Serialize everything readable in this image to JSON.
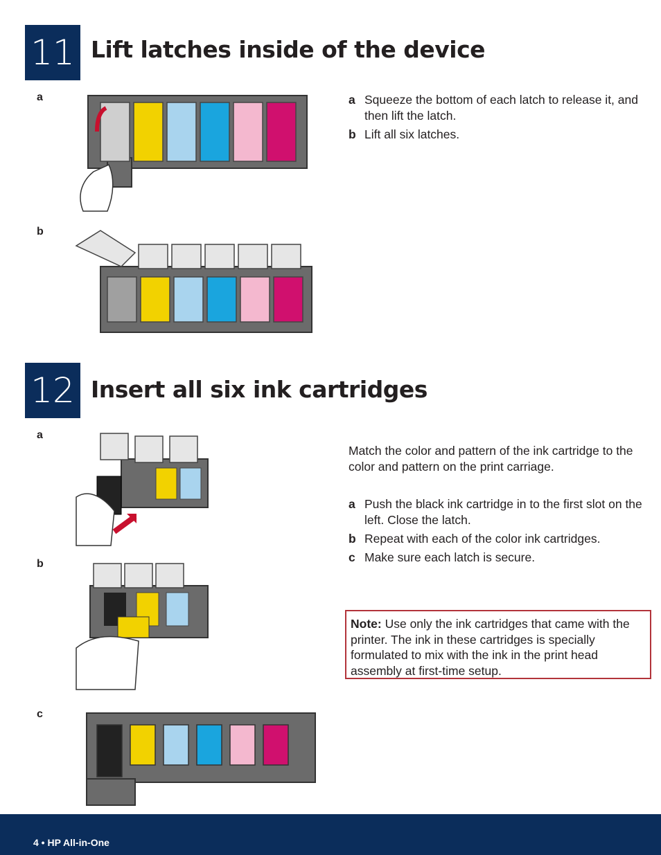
{
  "step11": {
    "number": "11",
    "title": "Lift latches inside of the device",
    "fig_labels": [
      "a",
      "b"
    ],
    "instructions": [
      {
        "key": "a",
        "text": "Squeeze the bottom of each latch to release it, and then lift the latch."
      },
      {
        "key": "b",
        "text": "Lift all six latches."
      }
    ]
  },
  "step12": {
    "number": "12",
    "title": "Insert all six ink cartridges",
    "fig_labels": [
      "a",
      "b",
      "c"
    ],
    "intro": "Match the color and pattern of the ink cartridge to the color and pattern on the print carriage.",
    "instructions": [
      {
        "key": "a",
        "text": "Push the black ink cartridge in to the first slot on the left. Close the latch."
      },
      {
        "key": "b",
        "text": "Repeat with each of the color ink cartridges."
      },
      {
        "key": "c",
        "text": "Make sure each latch is secure."
      }
    ],
    "note_label": "Note:",
    "note_text": "Use only the ink cartridges that came with the printer. The ink in these cartridges is specially formulated to mix with the ink in the print head assembly at first-time setup."
  },
  "footer": {
    "text": "4 • HP All-in-One"
  },
  "colors": {
    "navy": "#0b2d5b",
    "note_border": "#b2333a",
    "ink": [
      "#222222",
      "#f2d200",
      "#a9d4ee",
      "#1aa5de",
      "#f4b8cf",
      "#d0106e"
    ]
  }
}
